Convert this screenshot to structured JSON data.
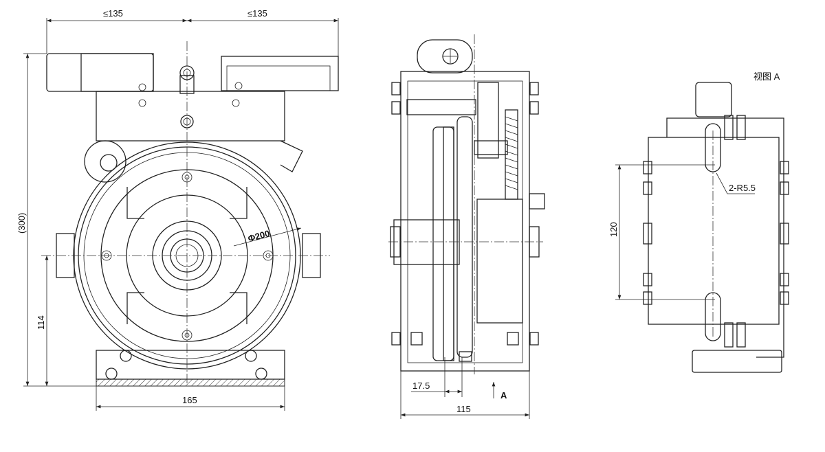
{
  "front_view": {
    "width_left": "≤135",
    "width_right": "≤135",
    "overall_height": "(300)",
    "center_height": "114",
    "base_width": "165",
    "sheave_diameter": "Φ200"
  },
  "side_view": {
    "groove_offset": "17.5",
    "overall_width": "115",
    "view_arrow_label": "A"
  },
  "view_a": {
    "title": "视图 A",
    "slot_radius": "2-R5.5",
    "slot_spacing": "120"
  }
}
